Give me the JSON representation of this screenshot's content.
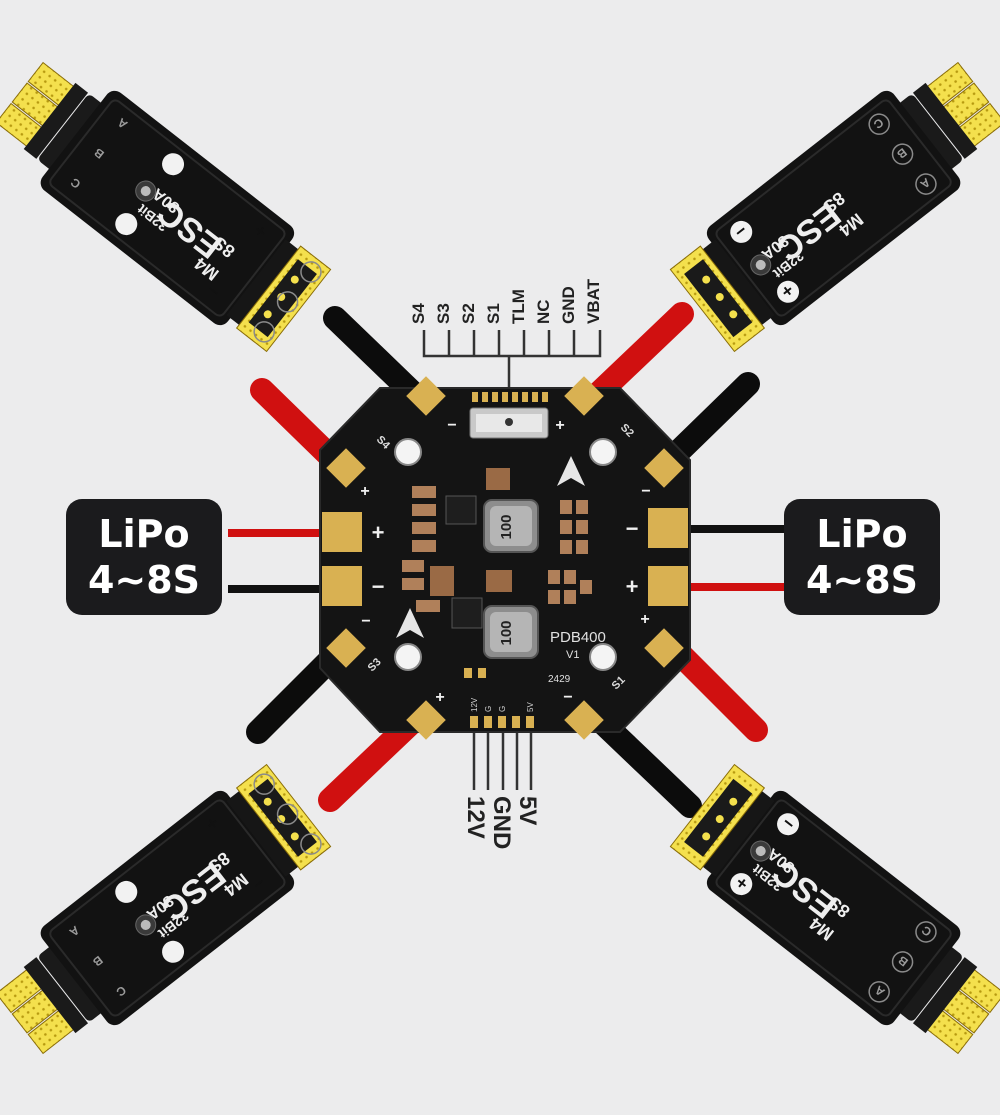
{
  "board": {
    "name": "PDB400",
    "version": "V1",
    "date_code": "2429",
    "inductor_marking": "100"
  },
  "battery_inputs": [
    {
      "line1": "LiPo",
      "line2": "4~8S"
    },
    {
      "line1": "LiPo",
      "line2": "4~8S"
    }
  ],
  "top_connector_pins": [
    "S4",
    "S3",
    "S2",
    "S1",
    "TLM",
    "NC",
    "GND",
    "VBAT"
  ],
  "bottom_power_pins": [
    "12V",
    "GND",
    "5V"
  ],
  "bottom_pad_labels": [
    "12V",
    "G",
    "G",
    "5V"
  ],
  "esc": {
    "brand": "ESC",
    "bits": "32Bit",
    "current": "80A",
    "model": "M4",
    "cells": "8S",
    "phases": [
      "A",
      "B",
      "C"
    ]
  },
  "motor_port_labels": [
    "S1",
    "S2",
    "S3",
    "S4"
  ],
  "polarity": {
    "plus": "+",
    "minus": "−"
  },
  "colors": {
    "positive_wire": "#d01010",
    "negative_wire": "#101010",
    "pad_gold": "#e8c05a",
    "esc_yellow": "#f4e04d",
    "board_black": "#141414",
    "background": "#ececed"
  }
}
